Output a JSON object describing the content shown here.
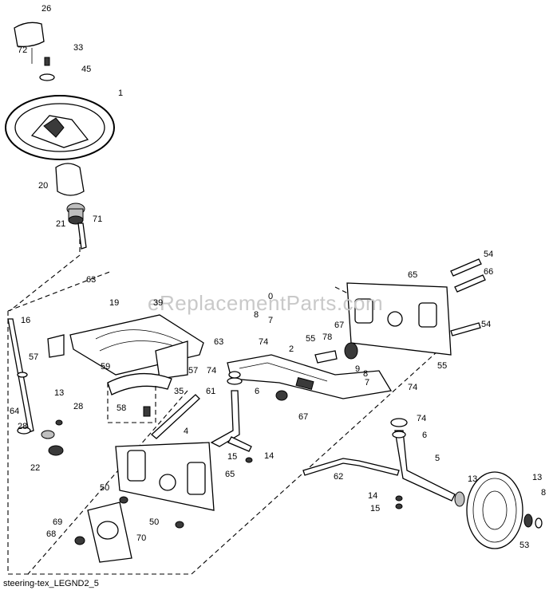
{
  "watermark": "eReplacementParts.com",
  "caption": "steering-tex_LEGND2_5",
  "callouts": {
    "c26": "26",
    "c72": "72",
    "c33": "33",
    "c45": "45",
    "c1": "1",
    "c20": "20",
    "c21": "21",
    "c71": "71",
    "c63a": "63",
    "c19": "19",
    "c39": "39",
    "c0": "0",
    "c16": "16",
    "c57a": "57",
    "c63b": "63",
    "c59": "59",
    "c57b": "57",
    "c8a": "8",
    "c7a": "7",
    "c74a": "74",
    "c2": "2",
    "c55a": "55",
    "c78": "78",
    "c67a": "67",
    "c65a": "65",
    "c54a": "54",
    "c66": "66",
    "c54b": "54",
    "c9": "9",
    "c8b": "8",
    "c7b": "7",
    "c55b": "55",
    "c74b": "74",
    "c74c": "74",
    "c6a": "6",
    "c35": "35",
    "c61": "61",
    "c13a": "13",
    "c28a": "28",
    "c64": "64",
    "c58": "58",
    "c67b": "67",
    "c74d": "74",
    "c6b": "6",
    "c28b": "28",
    "c4": "4",
    "c22": "22",
    "c15a": "15",
    "c14a": "14",
    "c5": "5",
    "c62": "62",
    "c65b": "65",
    "c50a": "50",
    "c14b": "14",
    "c15b": "15",
    "c13b": "13",
    "c13c": "13",
    "c8c": "8",
    "c69": "69",
    "c68": "68",
    "c70": "70",
    "c50b": "50",
    "c53": "53"
  }
}
